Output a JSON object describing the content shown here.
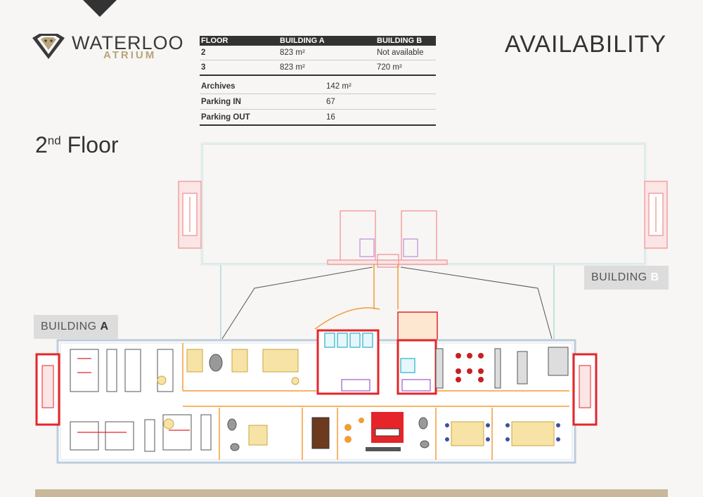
{
  "brand": {
    "name_main": "WATERLOO",
    "name_sub": "ATRIUM"
  },
  "page_title": "AVAILABILITY",
  "availability_table": {
    "headers": [
      "FLOOR",
      "BUILDING A",
      "BUILDING B"
    ],
    "rows": [
      {
        "floor": "2",
        "building_a": "823 m²",
        "building_b": "Not available"
      },
      {
        "floor": "3",
        "building_a": "823 m²",
        "building_b": "720 m²"
      }
    ]
  },
  "extras_table": {
    "rows": [
      {
        "label": "Archives",
        "value": "142 m²"
      },
      {
        "label": "Parking IN",
        "value": "67"
      },
      {
        "label": "Parking OUT",
        "value": "16"
      }
    ]
  },
  "floor_heading": {
    "number": "2",
    "suffix": "nd",
    "word": "Floor"
  },
  "building_tags": {
    "b": {
      "prefix": "BUILDING",
      "letter": "B"
    },
    "a": {
      "prefix": "BUILDING",
      "letter": "A"
    }
  },
  "colors": {
    "accent_gold": "#b8a47a",
    "dark": "#333333",
    "wall_red": "#e5252a",
    "plan_orange": "#f39c35"
  }
}
